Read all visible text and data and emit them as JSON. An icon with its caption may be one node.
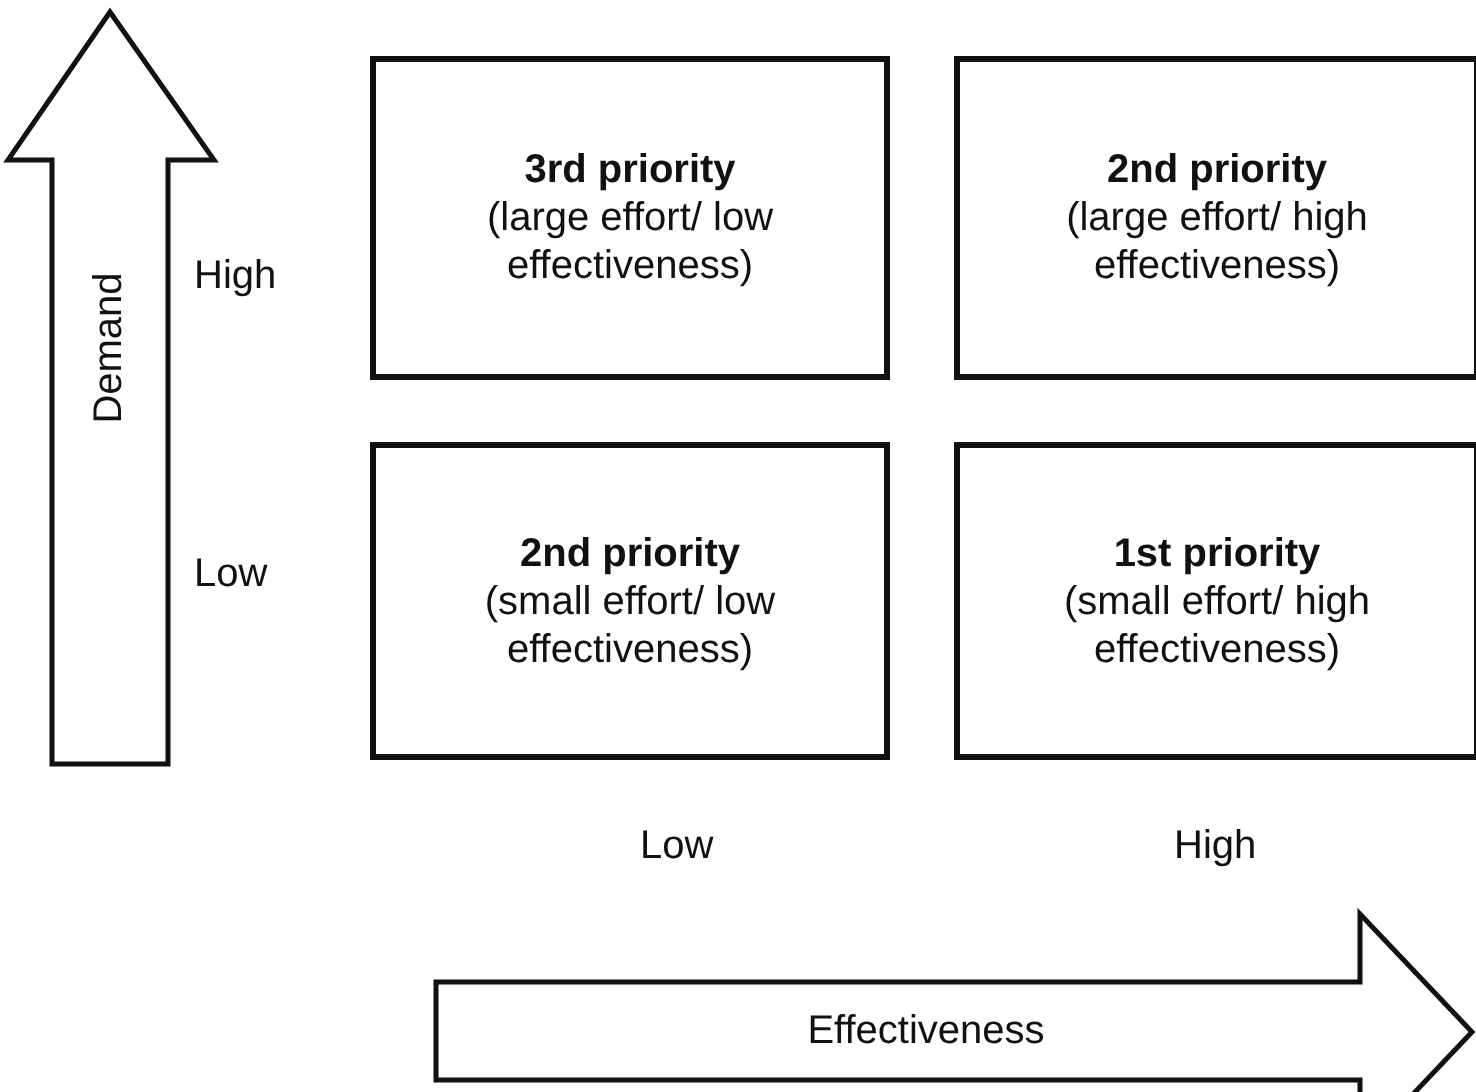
{
  "diagram": {
    "nodes": [
      {
        "text": [
          "Demand"
        ]
      },
      {
        "text": [
          "3rd priority",
          "(large effort/ low effectiveness)"
        ]
      },
      {
        "text": [
          "2nd priority",
          "(large effort/ high effectiveness)"
        ]
      },
      {
        "text": [
          "2nd priority",
          "(small effort/ low effectiveness)"
        ]
      },
      {
        "text": [
          "1st priority",
          "(small effort/ high effectiveness)"
        ]
      },
      {
        "text": [
          "Effectiveness"
        ]
      }
    ],
    "edges": [],
    "labels": [
      "High",
      "Low",
      "Low",
      "High"
    ]
  }
}
